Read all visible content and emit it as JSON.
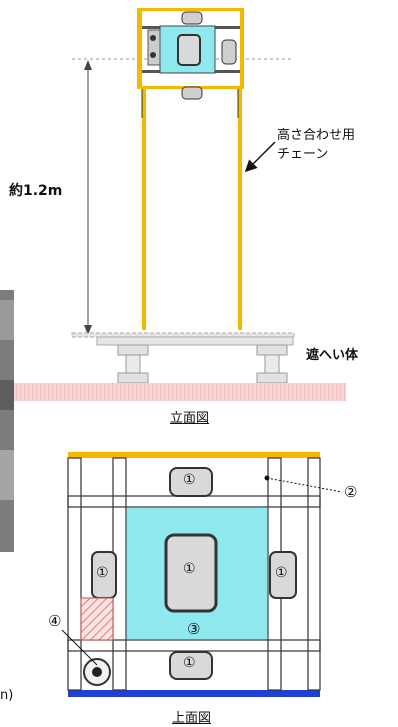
{
  "elevation": {
    "height_label": "約1.2m",
    "chain_label_line1": "高さ合わせ用",
    "chain_label_line2": "チェーン",
    "shield_label": "遮へい体",
    "caption": "立面図"
  },
  "plan": {
    "caption": "上面図",
    "markers": {
      "item1": "①",
      "item2": "②",
      "item3": "③",
      "item4": "④"
    }
  },
  "edge_text": "n)",
  "colors": {
    "frame_yellow": "#f5b800",
    "frame_blue": "#1f3fd6",
    "tank_cyan": "#8ee8ee",
    "hatch_red": "#e07a7a",
    "floor_pink": "#f3c8c8",
    "photo_gray": "#7c7c7c"
  }
}
